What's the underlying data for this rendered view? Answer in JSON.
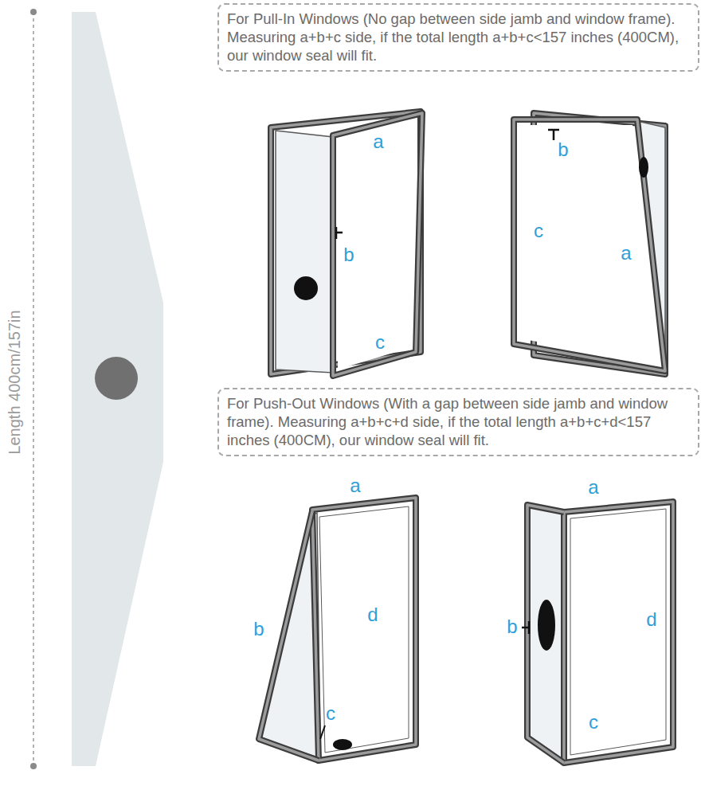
{
  "diagram": {
    "nodes": [
      {
        "text": [
          "For Pull-In Windows (No gap between side jamb and window frame). Measuring a+b+c side, if the total length a+b+c<157 inches (400CM), our window seal will fit."
        ]
      },
      {
        "text": [
          "For Push-Out Windows (With a gap between side jamb and window frame). Measuring a+b+c+d side, if the total length a+b+c+d<157 inches (400CM), our window seal will fit."
        ]
      }
    ],
    "labels": [
      "Length 400cm/157in",
      "a",
      "b",
      "c",
      "b",
      "c",
      "a",
      "a",
      "b",
      "c",
      "d",
      "a",
      "b",
      "d",
      "c"
    ]
  }
}
